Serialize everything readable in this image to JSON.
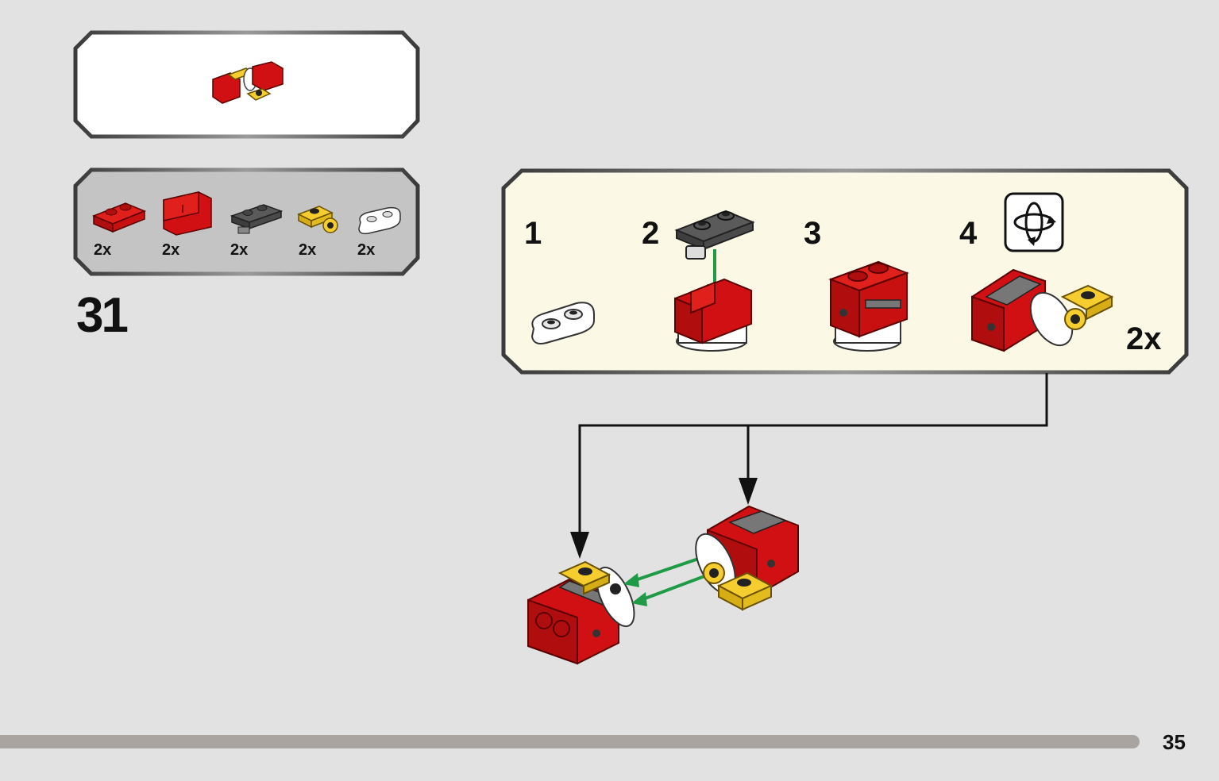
{
  "parts_list": {
    "items": [
      {
        "icon": "red-plate-1x2-icon",
        "qty": "2x"
      },
      {
        "icon": "red-bracket-icon",
        "qty": "2x"
      },
      {
        "icon": "dark-gray-hinge-plate-icon",
        "qty": "2x"
      },
      {
        "icon": "yellow-clip-plate-icon",
        "qty": "2x"
      },
      {
        "icon": "white-round-plate-icon",
        "qty": "2x"
      }
    ]
  },
  "step": {
    "number": "31"
  },
  "subassembly": {
    "substeps": [
      {
        "label": "1"
      },
      {
        "label": "2"
      },
      {
        "label": "3"
      },
      {
        "label": "4"
      }
    ],
    "multiplier": "2x",
    "rotate_icon": "rotate-model-icon"
  },
  "colors": {
    "background": "#e2e2e2",
    "callout": "#fbf8e6",
    "lego_red": "#d01012",
    "lego_yellow": "#f5cd2f",
    "arrow_green": "#1f9a46",
    "page_bar": "#a9a49f"
  },
  "page": {
    "number": "35"
  }
}
